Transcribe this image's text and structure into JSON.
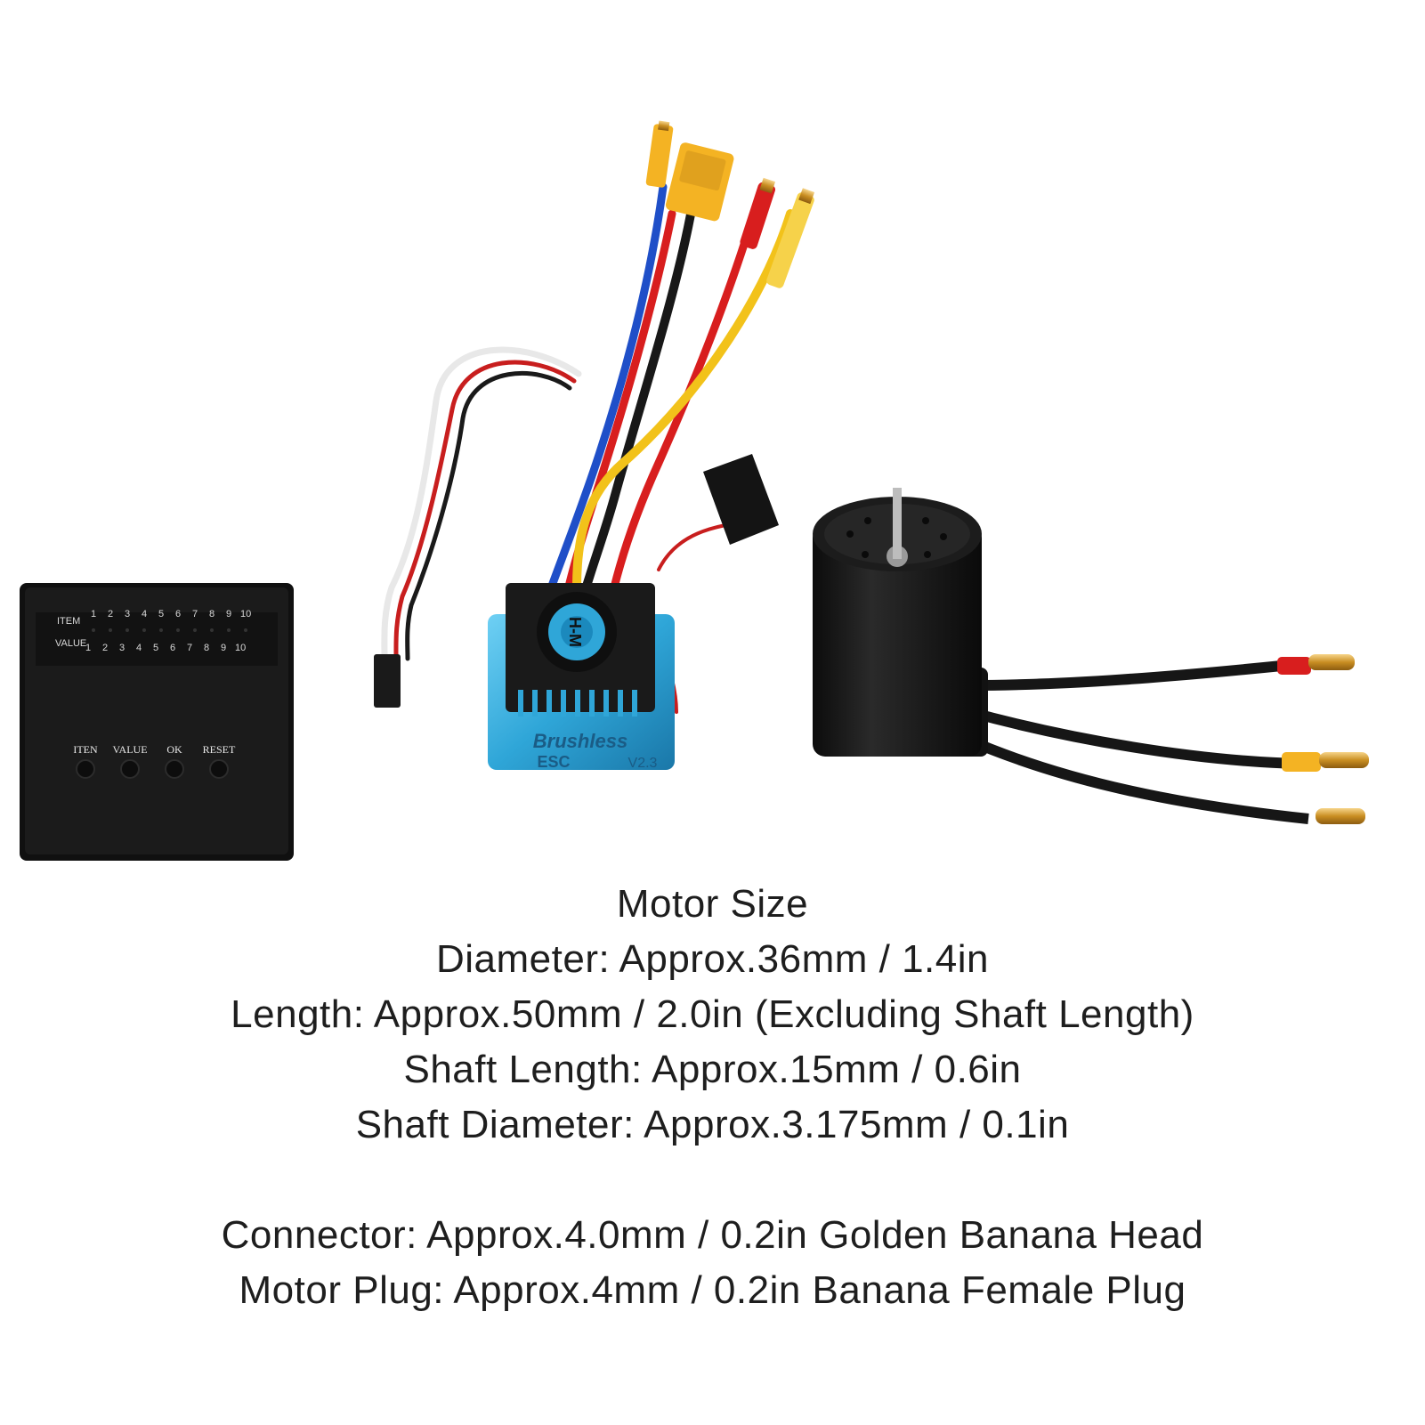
{
  "programming_card": {
    "row_labels": [
      "ITEM",
      "VALUE"
    ],
    "numbers": [
      "1",
      "2",
      "3",
      "4",
      "5",
      "6",
      "7",
      "8",
      "9",
      "10"
    ],
    "buttons": [
      "ITEN",
      "VALUE",
      "OK",
      "RESET"
    ]
  },
  "esc": {
    "label_main": "Brushless",
    "label_sub": "ESC",
    "version": "V2.3",
    "fan_label": "H-M"
  },
  "colors": {
    "esc_body": "#2fa6d8",
    "wire_blue": "#1f4fc8",
    "wire_red": "#d81e1e",
    "wire_yellow": "#f2c21a",
    "plug_yellow": "#f4b323",
    "motor_body": "#141414",
    "gold_connector": "#d9a030"
  },
  "specs": {
    "heading": "Motor Size",
    "lines": [
      "Diameter: Approx.36mm / 1.4in",
      "Length: Approx.50mm / 2.0in (Excluding Shaft Length)",
      "Shaft Length: Approx.15mm / 0.6in",
      "Shaft Diameter: Approx.3.175mm / 0.1in"
    ],
    "connector_lines": [
      "Connector: Approx.4.0mm / 0.2in Golden Banana Head",
      "Motor Plug: Approx.4mm / 0.2in Banana Female Plug"
    ]
  }
}
